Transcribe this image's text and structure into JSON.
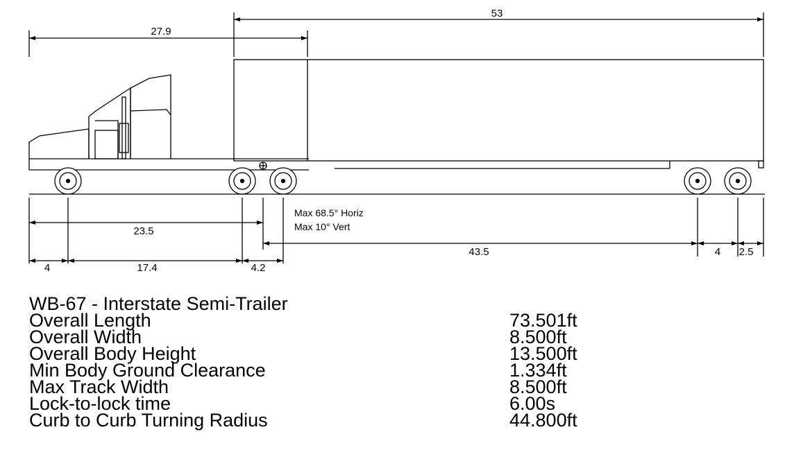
{
  "dimensions": {
    "trailer_length": "53",
    "tractor_length": "27.9",
    "front_to_kingpin": "23.5",
    "front_overhang": "4",
    "tractor_wheelbase": "17.4",
    "kingpin_offset": "4.2",
    "kingpin_to_rear_axle": "43.5",
    "rear_axle_spacing": "4",
    "rear_overhang": "2.5"
  },
  "articulation": {
    "horizontal": "Max 68.5° Horiz",
    "vertical": "Max 10° Vert"
  },
  "vehicle": {
    "title": "WB-67 - Interstate Semi-Trailer",
    "specs": [
      {
        "label": "Overall Length",
        "value": "73.501ft"
      },
      {
        "label": "Overall Width",
        "value": "8.500ft"
      },
      {
        "label": "Overall Body Height",
        "value": "13.500ft"
      },
      {
        "label": "Min Body Ground Clearance",
        "value": "1.334ft"
      },
      {
        "label": "Max Track Width",
        "value": "8.500ft"
      },
      {
        "label": "Lock-to-lock time",
        "value": "6.00s"
      },
      {
        "label": "Curb to Curb Turning Radius",
        "value": "44.800ft"
      }
    ]
  },
  "colors": {
    "line": "#000000",
    "background": "#ffffff"
  }
}
